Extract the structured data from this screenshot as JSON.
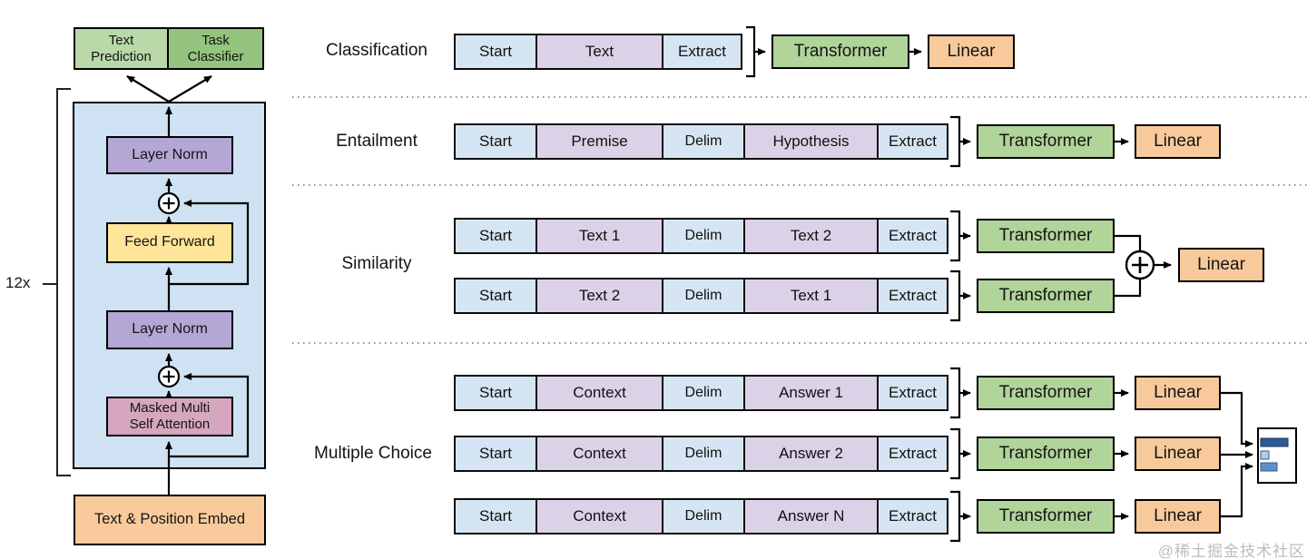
{
  "left_diagram": {
    "repeat_label": "12x",
    "outputs": {
      "text_prediction": "Text Prediction",
      "task_classifier": "Task Classifier"
    },
    "blocks": {
      "layer_norm_top": "Layer Norm",
      "feed_forward": "Feed Forward",
      "layer_norm_bottom": "Layer Norm",
      "masked_attention": "Masked Multi Self Attention",
      "embedding": "Text & Position Embed"
    }
  },
  "sections": {
    "classification": {
      "label": "Classification",
      "bar": {
        "start": "Start",
        "body": "Text",
        "extract": "Extract"
      },
      "transformer": "Transformer",
      "linear": "Linear"
    },
    "entailment": {
      "label": "Entailment",
      "bar": {
        "start": "Start",
        "a": "Premise",
        "delim": "Delim",
        "b": "Hypothesis",
        "extract": "Extract"
      },
      "transformer": "Transformer",
      "linear": "Linear"
    },
    "similarity": {
      "label": "Similarity",
      "bars": [
        {
          "start": "Start",
          "a": "Text 1",
          "delim": "Delim",
          "b": "Text 2",
          "extract": "Extract"
        },
        {
          "start": "Start",
          "a": "Text 2",
          "delim": "Delim",
          "b": "Text 1",
          "extract": "Extract"
        }
      ],
      "transformers": [
        "Transformer",
        "Transformer"
      ],
      "linear": "Linear"
    },
    "multiple_choice": {
      "label": "Multiple Choice",
      "bars": [
        {
          "start": "Start",
          "a": "Context",
          "delim": "Delim",
          "b": "Answer 1",
          "extract": "Extract"
        },
        {
          "start": "Start",
          "a": "Context",
          "delim": "Delim",
          "b": "Answer 2",
          "extract": "Extract"
        },
        {
          "start": "Start",
          "a": "Context",
          "delim": "Delim",
          "b": "Answer N",
          "extract": "Extract"
        }
      ],
      "transformers": [
        "Transformer",
        "Transformer",
        "Transformer"
      ],
      "linears": [
        "Linear",
        "Linear",
        "Linear"
      ]
    }
  },
  "watermark": "@稀土掘金技术社区",
  "colors": {
    "panel_blue": "#cfe2f3",
    "cell_blue": "#d6e5f3",
    "cell_purple": "#dcd2e7",
    "green_light": "#b9d9a8",
    "green_dark": "#94c47d",
    "green_transformer": "#b0d49a",
    "purple_block": "#b4a7d6",
    "yellow_block": "#ffe599",
    "pink_block": "#d5a6bd",
    "orange_block": "#f9cb9c",
    "result_bar_dark": "#2f5b94",
    "result_bar_light": "#b3cce6",
    "result_bar_mid": "#5f8fc9"
  }
}
